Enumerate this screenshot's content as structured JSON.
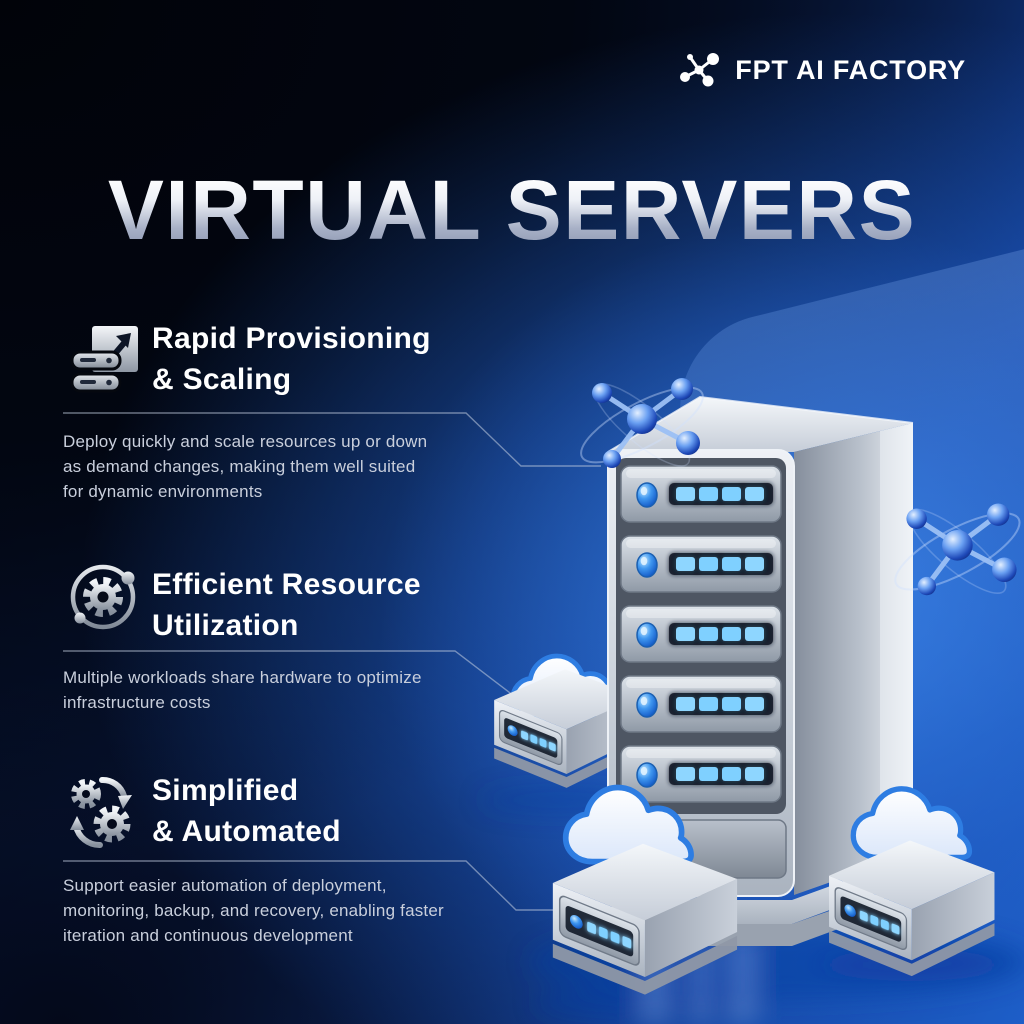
{
  "brand": {
    "name": "FPT AI FACTORY",
    "logo_icon": "molecule-icon"
  },
  "title": "VIRTUAL SERVERS",
  "features": [
    {
      "icon": "server-scale-icon",
      "heading": {
        "line1": "Rapid Provisioning",
        "line2": "& Scaling"
      },
      "description": "Deploy quickly and scale resources up or down as demand changes, making them well suited for dynamic environments"
    },
    {
      "icon": "gear-cycle-icon",
      "heading": {
        "line1": "Efficient Resource",
        "line2": "Utilization"
      },
      "description": "Multiple workloads share hardware to optimize infrastructure costs"
    },
    {
      "icon": "automation-gears-icon",
      "heading": {
        "line1": "Simplified",
        "line2": "& Automated"
      },
      "description": "Support easier automation of deployment, monitoring, backup, and recovery, enabling faster iteration and continuous development"
    }
  ],
  "illustration": {
    "main": "server-tower-3d",
    "server_bays": 5,
    "satellite_servers": 3,
    "decorations": [
      "cloud-icon",
      "molecule-icon"
    ]
  },
  "colors": {
    "background_dark": "#02040e",
    "background_blue": "#1e63cf",
    "accent_blue": "#2e7de2",
    "led_blue": "#7fd2ff",
    "heading_text": "#ffffff",
    "body_text": "#c9cfdc",
    "title_gradient_top": "#ffffff",
    "title_gradient_bottom": "#8a94ae",
    "leader_line": "#c3cde0"
  }
}
